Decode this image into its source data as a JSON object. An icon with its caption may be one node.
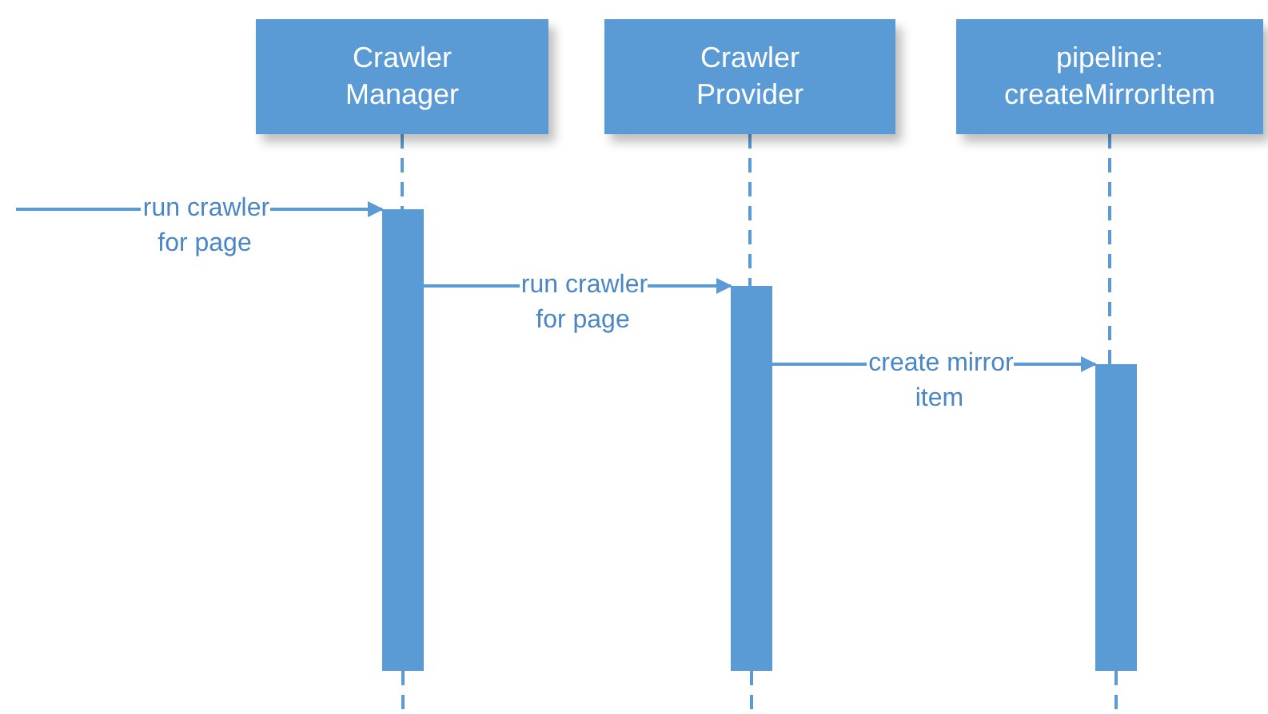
{
  "diagram": {
    "nodes": [
      {
        "text": [
          "Crawler Manager"
        ]
      },
      {
        "text": [
          "Crawler Provider"
        ]
      },
      {
        "text": [
          "pipeline: createMirrorItem"
        ]
      },
      {
        "text": [],
        "shape": "bar"
      },
      {
        "text": [],
        "shape": "bar"
      },
      {
        "text": [],
        "shape": "bar"
      }
    ],
    "edges": [
      {
        "from": 0,
        "to": 3,
        "arrow": "none",
        "style": "dashed"
      },
      {
        "from": 1,
        "to": 4,
        "arrow": "none",
        "style": "dashed"
      },
      {
        "from": 2,
        "to": 5,
        "arrow": "none",
        "style": "dashed"
      },
      {
        "from": null,
        "to": 3,
        "arrow": "to",
        "label": "run crawler for page"
      },
      {
        "from": 3,
        "to": 4,
        "arrow": "to",
        "label": "run crawler for page"
      },
      {
        "from": 4,
        "to": 5,
        "arrow": "to",
        "label": "create mirror item"
      }
    ]
  }
}
